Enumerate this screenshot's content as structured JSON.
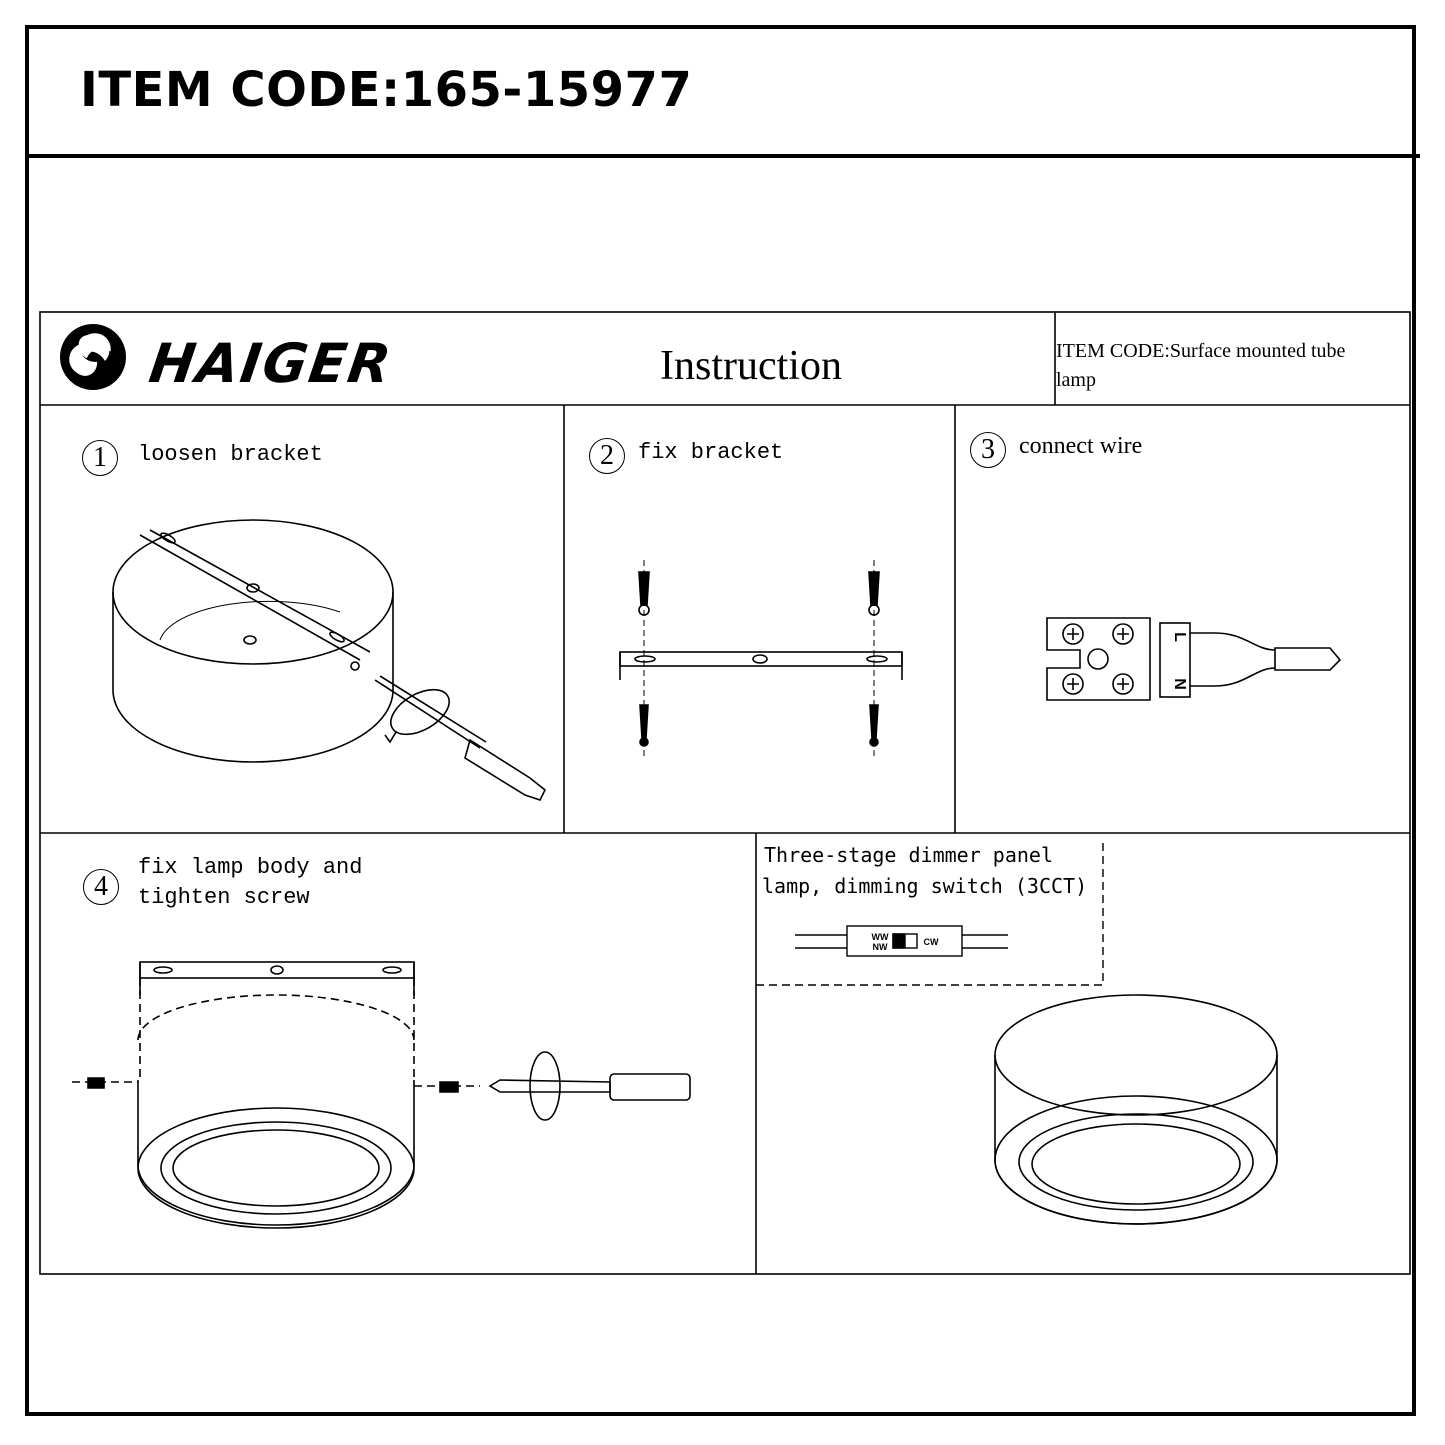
{
  "header": {
    "item_code": "ITEM CODE:165-15977"
  },
  "sheet": {
    "brand": "HAIGER",
    "title": "Instruction",
    "item_code_line1": "ITEM CODE:Surface mounted tube",
    "item_code_line2": "lamp"
  },
  "steps": [
    {
      "number": "1",
      "label": "loosen bracket"
    },
    {
      "number": "2",
      "label": "fix bracket"
    },
    {
      "number": "3",
      "label": "connect wire"
    },
    {
      "number": "4",
      "label_line1": "fix lamp body and",
      "label_line2": "tighten screw"
    }
  ],
  "dimmer": {
    "line1": "Three-stage dimmer panel",
    "line2": "lamp, dimming switch (3CCT)",
    "switch_left_top": "WW",
    "switch_left_bottom": "NW",
    "switch_right": "CW"
  },
  "terminal": {
    "l": "L",
    "n": "N"
  }
}
